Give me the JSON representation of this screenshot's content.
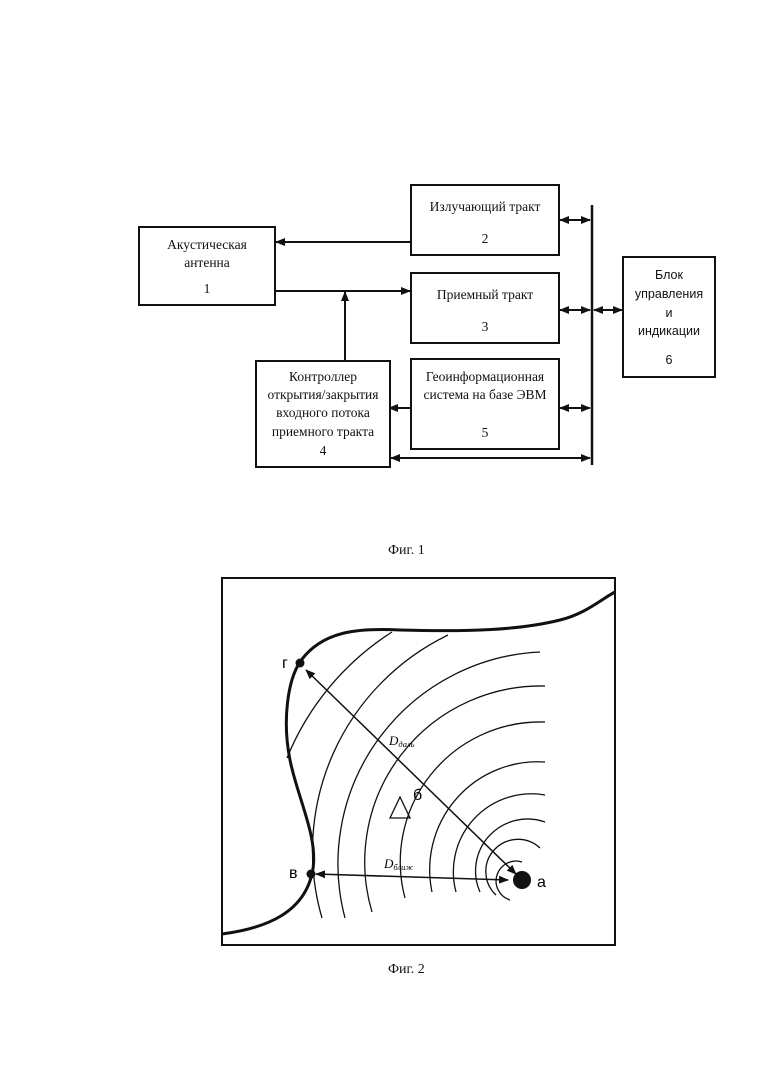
{
  "fig1": {
    "caption": "Фиг. 1",
    "blocks": [
      {
        "id": "acoustic-antenna",
        "label": "Акустическая\nантенна",
        "num": "1"
      },
      {
        "id": "transmit-path",
        "label": "Излучающий тракт",
        "num": "2"
      },
      {
        "id": "receive-path",
        "label": "Приемный тракт",
        "num": "3"
      },
      {
        "id": "controller",
        "label": "Контроллер\nоткрытия/закрытия\nвходного потока\nприемного тракта",
        "num": "4"
      },
      {
        "id": "gis",
        "label": "Геоинформационная\nсистема на базе ЭВМ",
        "num": "5"
      },
      {
        "id": "control-unit",
        "label": "Блок\nуправления\nи\nиндикации",
        "num": "6"
      }
    ]
  },
  "fig2": {
    "caption": "Фиг. 2",
    "points": {
      "a": "а",
      "b": "б",
      "v": "в",
      "g": "г"
    },
    "labels": {
      "d_far": {
        "main": "D",
        "sub": "даль"
      },
      "d_near": {
        "main": "D",
        "sub": "ближ"
      }
    }
  }
}
